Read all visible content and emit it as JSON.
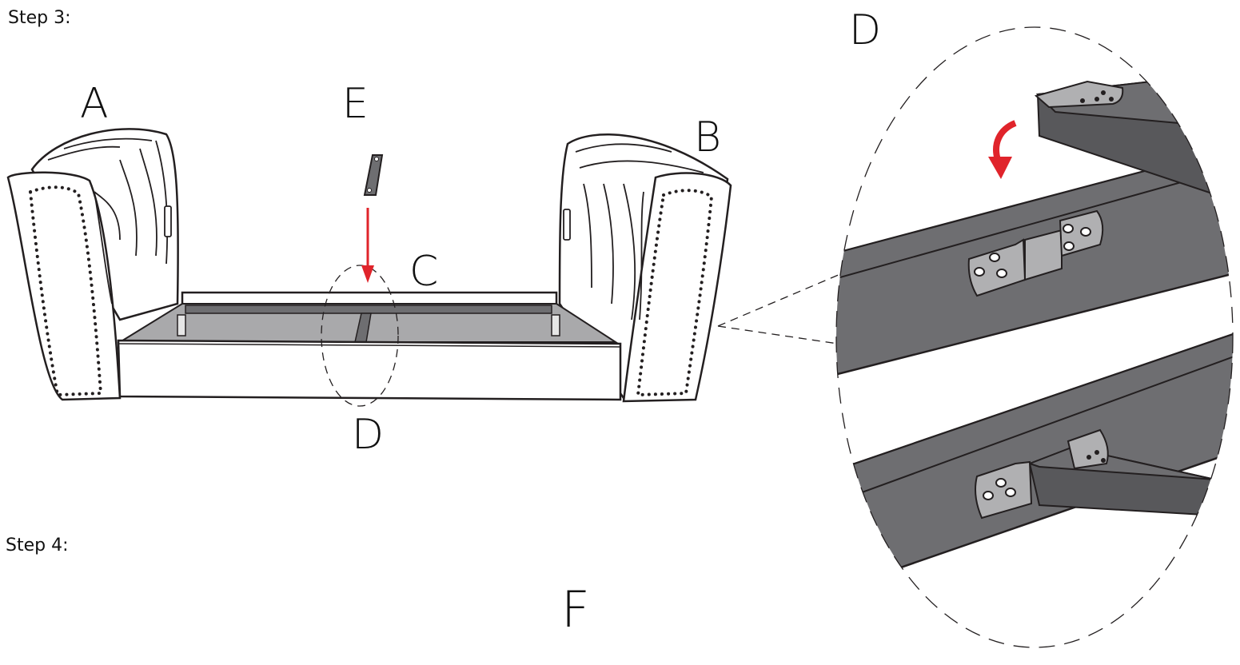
{
  "steps": {
    "step3": "Step 3:",
    "step4": "Step 4:"
  },
  "labels": {
    "a": "A",
    "b": "B",
    "c": "C",
    "d_small": "D",
    "d_large": "D",
    "e": "E",
    "f": "F"
  },
  "colors": {
    "frame_dark": "#6e6e71",
    "frame_top": "#58585b",
    "bracket": "#b0b0b2",
    "seat_fill": "#a9a9ab",
    "arrow_red": "#e0242b",
    "outline": "#231f20"
  }
}
